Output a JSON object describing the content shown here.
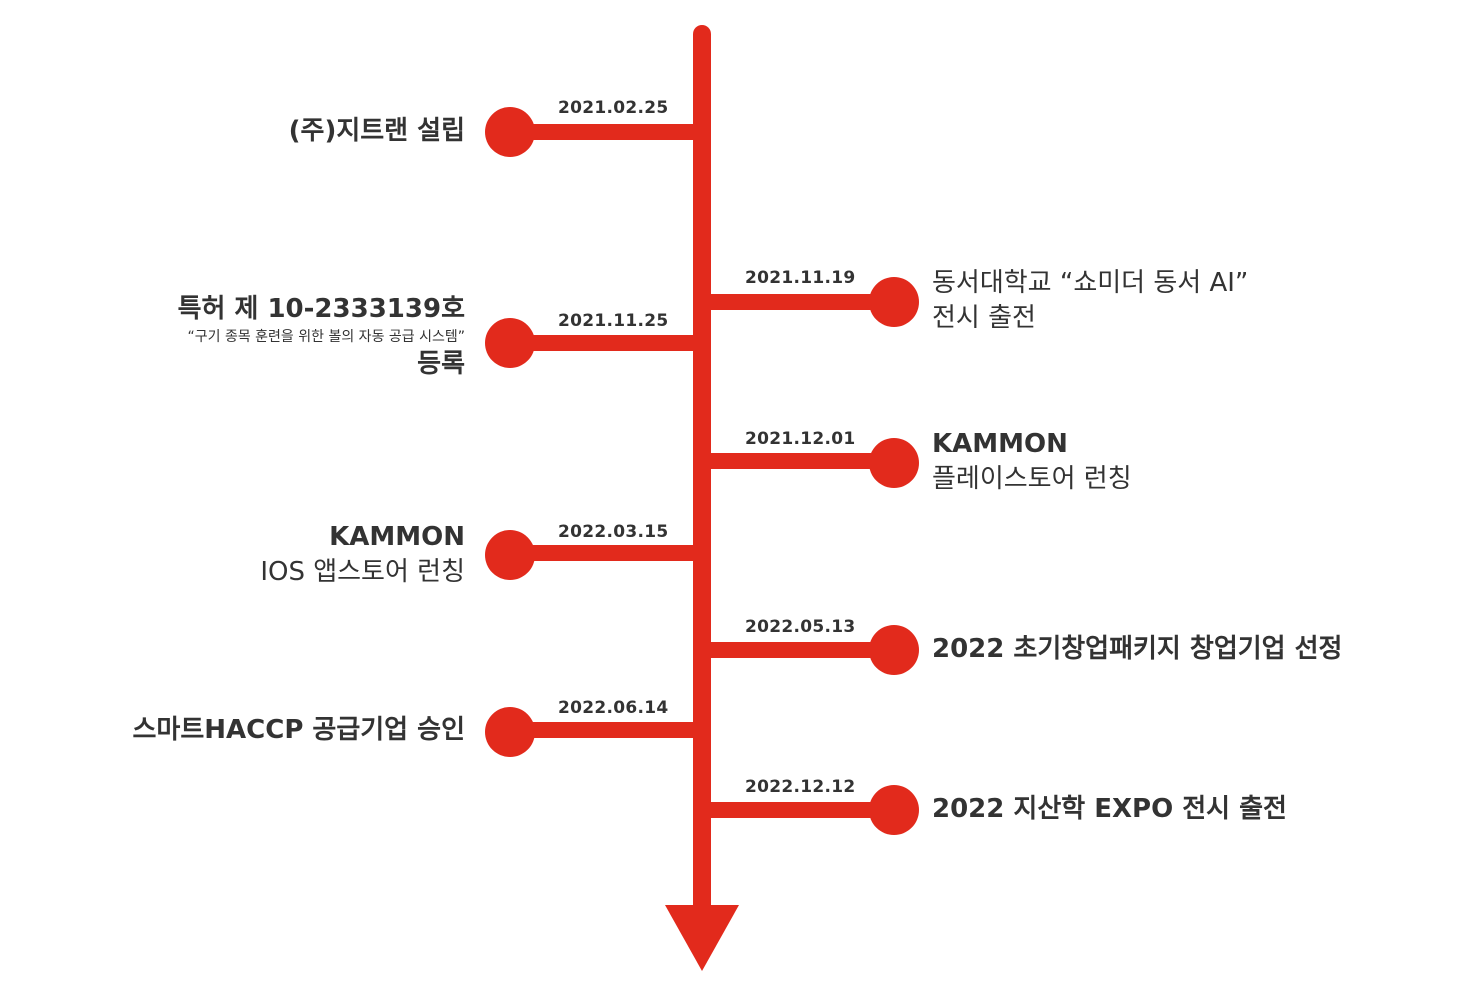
{
  "timeline": {
    "events": [
      {
        "date": "2021.02.25",
        "lines": [
          "(주)지트랜 설립"
        ]
      },
      {
        "date": "2021.11.19",
        "lines": [
          "동서대학교 “쇼미더 동서 AI”",
          "전시 출전"
        ]
      },
      {
        "date": "2021.11.25",
        "lines": [
          "특허 제 10-2333139호",
          "“구기 종목 훈련을 위한 볼의 자동 공급 시스템”",
          "등록"
        ]
      },
      {
        "date": "2021.12.01",
        "lines": [
          "KAMMON",
          "플레이스토어 런칭"
        ]
      },
      {
        "date": "2022.03.15",
        "lines": [
          "KAMMON",
          "IOS 앱스토어 런칭"
        ]
      },
      {
        "date": "2022.05.13",
        "lines": [
          "2022 초기창업패키지 창업기업 선정"
        ]
      },
      {
        "date": "2022.06.14",
        "lines": [
          "스마트HACCP 공급기업 승인"
        ]
      },
      {
        "date": "2022.12.12",
        "lines": [
          "2022 지산학 EXPO 전시 출전"
        ]
      }
    ]
  },
  "colors": {
    "accent": "#e22a1c",
    "text": "#333333"
  }
}
